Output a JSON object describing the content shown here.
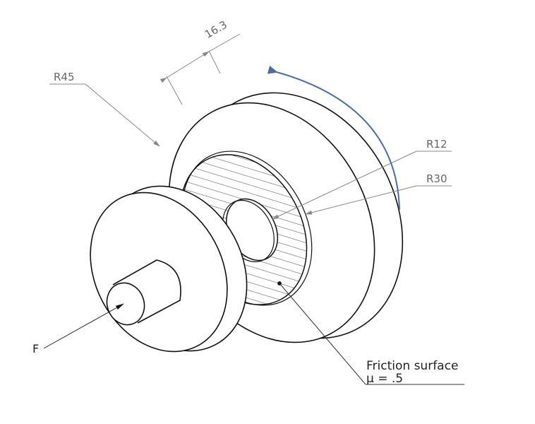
{
  "diagram": {
    "type": "isometric mechanical drawing",
    "subject": "friction clutch / disc assembly",
    "dimensions": {
      "width_dim": "16.3",
      "outer_radius": "R45",
      "inner_radius_hole": "R12",
      "friction_outer_radius": "R30"
    },
    "force_label": "F",
    "note": {
      "line1": "Friction surface",
      "line2": "μ = .5"
    },
    "colors": {
      "line": "#111111",
      "dimension": "#777777",
      "rotation_arrow": "#4a6fa0",
      "hatch": "#333333"
    },
    "rotation_arrow": "counterclockwise rotation indicator"
  }
}
